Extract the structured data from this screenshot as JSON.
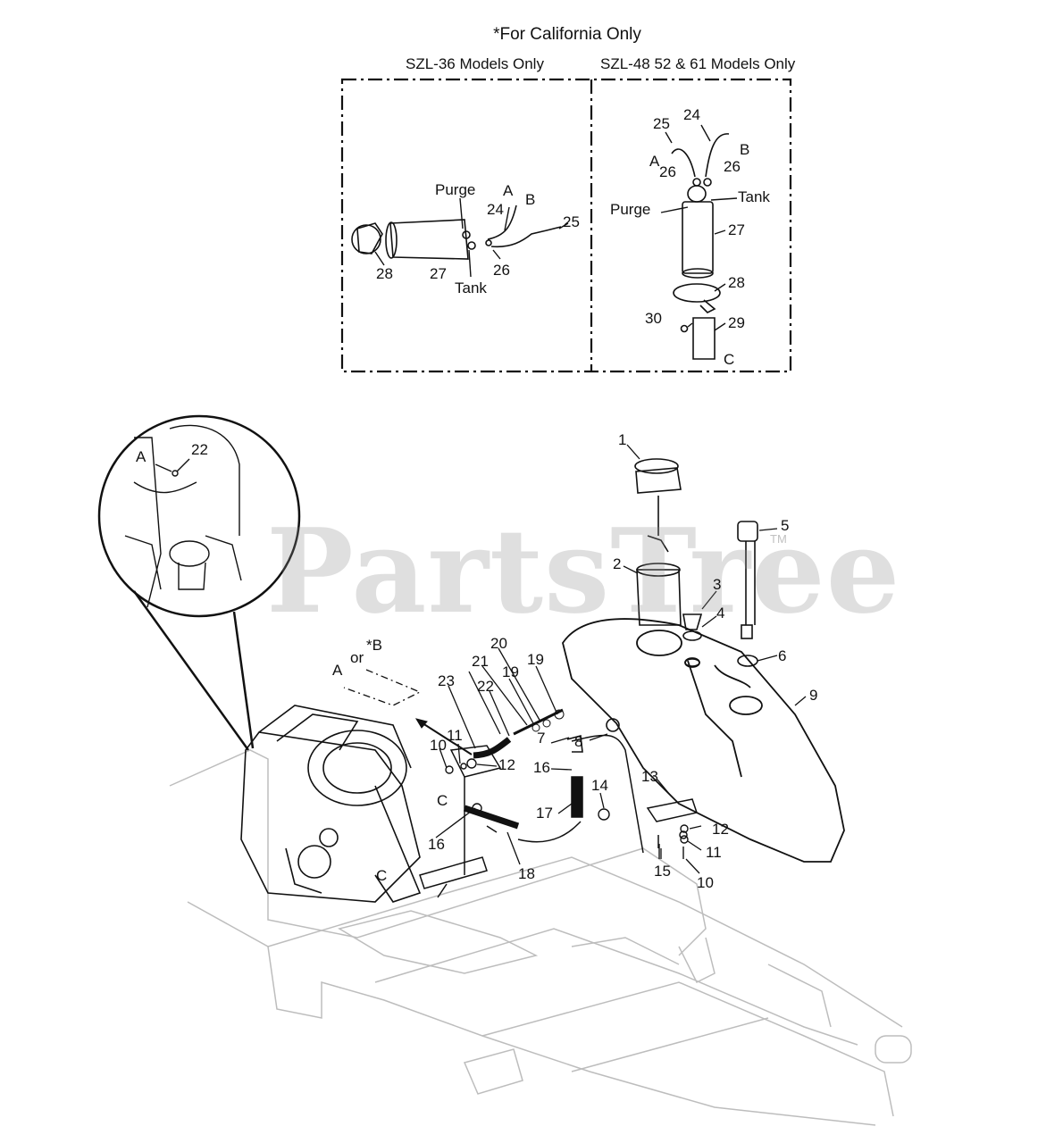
{
  "header": {
    "title": "*For California Only",
    "left_panel": "SZL-36 Models Only",
    "right_panel": "SZL-48 52 & 61 Models Only"
  },
  "watermark": {
    "brand": "PartsTree",
    "mark": "TM"
  },
  "left_inset": {
    "purge": "Purge",
    "tank": "Tank",
    "a": "A",
    "b": "B",
    "n24": "24",
    "n25": "25",
    "n26": "26",
    "n27": "27",
    "n28": "28"
  },
  "right_inset": {
    "n25": "25",
    "n24": "24",
    "a": "A",
    "b": "B",
    "n26a": "26",
    "n26b": "26",
    "purge": "Purge",
    "tank": "Tank",
    "n27": "27",
    "n28": "28",
    "n30": "30",
    "n29": "29",
    "c": "C"
  },
  "main": {
    "detail_a": "A",
    "detail_22": "22",
    "n1": "1",
    "n2": "2",
    "n3": "3",
    "n4": "4",
    "n5": "5",
    "n6": "6",
    "n7": "7",
    "n8": "8",
    "n9": "9",
    "n10a": "10",
    "n11a": "11",
    "n12a": "12",
    "n13": "13",
    "n14": "14",
    "n15": "15",
    "n16a": "16",
    "n16b": "16",
    "n17": "17",
    "n18": "18",
    "n19a": "19",
    "n19b": "19",
    "n20": "20",
    "n21": "21",
    "n22": "22",
    "n23": "23",
    "n12b": "12",
    "n11b": "11",
    "n10b": "10",
    "c1": "C",
    "c2": "C",
    "a": "A",
    "or": "or",
    "starb": "*B"
  },
  "colors": {
    "line": "#111111",
    "frame": "#bdbdbd",
    "watermark": "#8c8c8c"
  }
}
